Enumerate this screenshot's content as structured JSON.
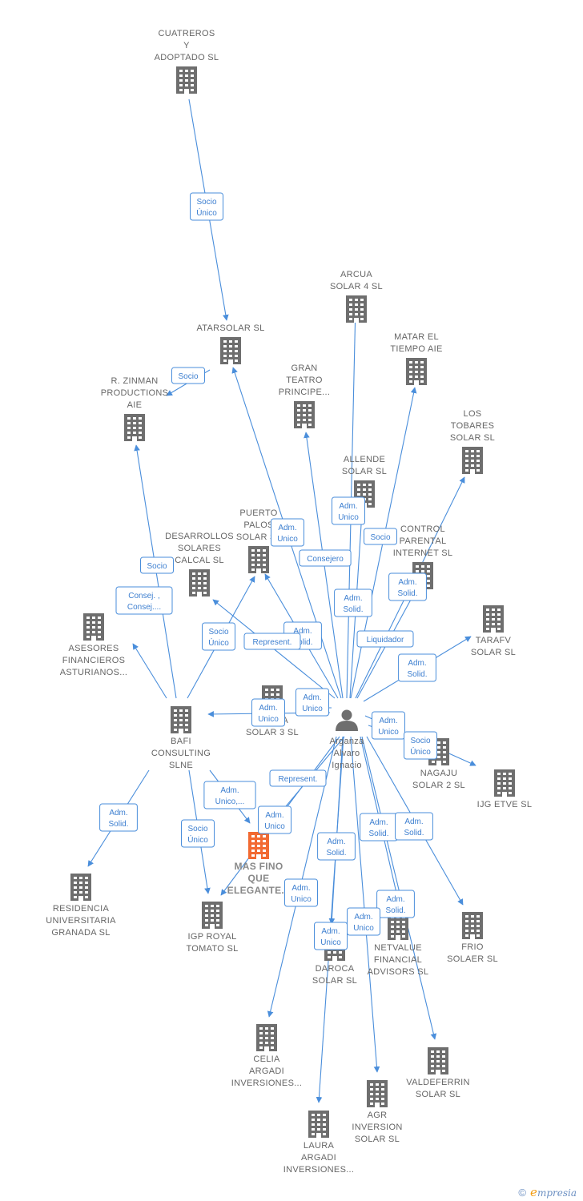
{
  "colors": {
    "edge": "#4a8edb",
    "building": "#6e6e6e",
    "focus_building": "#f26a32",
    "person": "#6e6e6e",
    "label": "#666666"
  },
  "footer": {
    "copyright": "©",
    "brand_e": "e",
    "brand_rest": "mpresia"
  },
  "nodes": [
    {
      "id": "cuatreros",
      "type": "company",
      "label": [
        "CUATREROS",
        "Y",
        "ADOPTADO  SL"
      ]
    },
    {
      "id": "atarsolar",
      "type": "company",
      "label": [
        "ATARSOLAR SL"
      ]
    },
    {
      "id": "zinman",
      "type": "company",
      "label": [
        "R.  ZINMAN",
        "PRODUCTIONS",
        "AIE"
      ]
    },
    {
      "id": "arcua4",
      "type": "company",
      "label": [
        "ARCUA",
        "SOLAR 4 SL"
      ]
    },
    {
      "id": "matar",
      "type": "company",
      "label": [
        "MATAR EL",
        "TIEMPO  AIE"
      ]
    },
    {
      "id": "gran_teatro",
      "type": "company",
      "label": [
        "GRAN",
        "TEATRO",
        "PRINCIPE..."
      ]
    },
    {
      "id": "tobares",
      "type": "company",
      "label": [
        "LOS",
        "TOBARES",
        "SOLAR SL"
      ]
    },
    {
      "id": "allende",
      "type": "company",
      "label": [
        "ALLENDE",
        "SOLAR SL"
      ]
    },
    {
      "id": "puerto",
      "type": "company",
      "label": [
        "PUERTO",
        "PALOS",
        "SOLAR SL"
      ]
    },
    {
      "id": "control",
      "type": "company",
      "label": [
        "CONTROL",
        "PARENTAL",
        "INTERNET  SL"
      ]
    },
    {
      "id": "desarrollos",
      "type": "company",
      "label": [
        "DESARROLLOS",
        "SOLARES",
        "CALCAL SL"
      ]
    },
    {
      "id": "asesores",
      "type": "company",
      "label": [
        "ASESORES",
        "FINANCIEROS",
        "ASTURIANOS..."
      ]
    },
    {
      "id": "tarafv",
      "type": "company",
      "label": [
        "TARAFV",
        "SOLAR SL"
      ]
    },
    {
      "id": "arcua3",
      "type": "company",
      "label": [
        "ARCUA",
        "SOLAR 3 SL"
      ]
    },
    {
      "id": "bafi",
      "type": "company",
      "label": [
        "BAFI",
        "CONSULTING",
        "SLNE"
      ]
    },
    {
      "id": "person",
      "type": "person",
      "label": [
        "Arganza",
        "Alvaro",
        "Ignacio"
      ]
    },
    {
      "id": "nagaju",
      "type": "company",
      "label": [
        "NAGAJU",
        "SOLAR 2 SL"
      ]
    },
    {
      "id": "ijg",
      "type": "company",
      "label": [
        "IJG ETVE SL"
      ]
    },
    {
      "id": "masfino",
      "type": "focus",
      "label": [
        "MAS FINO",
        "QUE",
        "ELEGANTE..."
      ]
    },
    {
      "id": "residencia",
      "type": "company",
      "label": [
        "RESIDENCIA",
        "UNIVERSITARIA",
        "GRANADA  SL"
      ]
    },
    {
      "id": "igp",
      "type": "company",
      "label": [
        "IGP ROYAL",
        "TOMATO  SL"
      ]
    },
    {
      "id": "daroca",
      "type": "company",
      "label": [
        "DAROCA",
        "SOLAR SL"
      ]
    },
    {
      "id": "netvalue",
      "type": "company",
      "label": [
        "NETVALUE",
        "FINANCIAL",
        "ADVISORS  SL"
      ]
    },
    {
      "id": "frio",
      "type": "company",
      "label": [
        "FRIO",
        "SOLAER SL"
      ]
    },
    {
      "id": "celia",
      "type": "company",
      "label": [
        "CELIA",
        "ARGADI",
        "INVERSIONES..."
      ]
    },
    {
      "id": "valdeferrin",
      "type": "company",
      "label": [
        "VALDEFERRIN",
        "SOLAR SL"
      ]
    },
    {
      "id": "agr",
      "type": "company",
      "label": [
        "AGR",
        "INVERSION",
        "SOLAR SL"
      ]
    },
    {
      "id": "laura",
      "type": "company",
      "label": [
        "LAURA",
        "ARGADI",
        "INVERSIONES..."
      ]
    }
  ],
  "relations": [
    {
      "from": "cuatreros",
      "to": "atarsolar",
      "label": [
        "Socio",
        "Único"
      ]
    },
    {
      "from": "atarsolar",
      "to": "zinman",
      "label": [
        "Socio"
      ]
    },
    {
      "from": "person",
      "to": "arcua4",
      "label": [
        "Adm.",
        "Unico"
      ]
    },
    {
      "from": "person",
      "to": "matar",
      "label": [
        "Socio"
      ]
    },
    {
      "from": "person",
      "to": "gran_teatro",
      "label": [
        "Consejero"
      ]
    },
    {
      "from": "person",
      "to": "tobares",
      "label": [
        "Adm.",
        "Solid."
      ]
    },
    {
      "from": "person",
      "to": "allende",
      "label": [
        "Adm.",
        "Solid."
      ]
    },
    {
      "from": "person",
      "to": "atarsolar",
      "label": [
        "Adm.",
        "Unico"
      ]
    },
    {
      "from": "person",
      "to": "puerto",
      "label": [
        "Adm.",
        "Solid."
      ]
    },
    {
      "from": "person",
      "to": "control",
      "label": [
        "Liquidador"
      ]
    },
    {
      "from": "person",
      "to": "desarrollos",
      "label": [
        "Represent."
      ]
    },
    {
      "from": "bafi",
      "to": "zinman",
      "label": [
        "Socio"
      ]
    },
    {
      "from": "bafi",
      "to": "asesores",
      "label": [
        "Consej. ,",
        "Consej...."
      ]
    },
    {
      "from": "bafi",
      "to": "puerto",
      "label": [
        "Socio",
        "Único"
      ]
    },
    {
      "from": "person",
      "to": "tarafv",
      "label": [
        "Adm.",
        "Solid."
      ]
    },
    {
      "from": "person",
      "to": "arcua3",
      "label": [
        "Adm.",
        "Unico"
      ]
    },
    {
      "from": "person",
      "to": "bafi",
      "label": [
        "Adm.",
        "Unico"
      ]
    },
    {
      "from": "person",
      "to": "nagaju",
      "label": [
        "Adm.",
        "Unico"
      ]
    },
    {
      "from": "person",
      "to": "ijg",
      "label": [
        "Socio",
        "Único"
      ]
    },
    {
      "from": "person",
      "to": "masfino",
      "label": [
        "Adm.",
        "Unico"
      ]
    },
    {
      "from": "person",
      "to": "igp",
      "label": [
        "Represent."
      ]
    },
    {
      "from": "bafi",
      "to": "masfino",
      "label": [
        "Adm.",
        "Unico,..."
      ]
    },
    {
      "from": "bafi",
      "to": "residencia",
      "label": [
        "Adm.",
        "Solid."
      ]
    },
    {
      "from": "bafi",
      "to": "igp",
      "label": [
        "Socio",
        "Único"
      ]
    },
    {
      "from": "person",
      "to": "daroca",
      "label": [
        "Adm.",
        "Solid."
      ]
    },
    {
      "from": "person",
      "to": "netvalue",
      "label": [
        "Adm.",
        "Solid."
      ]
    },
    {
      "from": "person",
      "to": "frio",
      "label": [
        "Adm.",
        "Solid."
      ]
    },
    {
      "from": "person",
      "to": "celia",
      "label": [
        "Adm.",
        "Unico"
      ]
    },
    {
      "from": "person",
      "to": "valdeferrin",
      "label": [
        "Adm.",
        "Solid."
      ]
    },
    {
      "from": "person",
      "to": "agr",
      "label": [
        "Adm.",
        "Unico"
      ]
    },
    {
      "from": "person",
      "to": "laura",
      "label": [
        "Adm.",
        "Unico"
      ]
    }
  ]
}
